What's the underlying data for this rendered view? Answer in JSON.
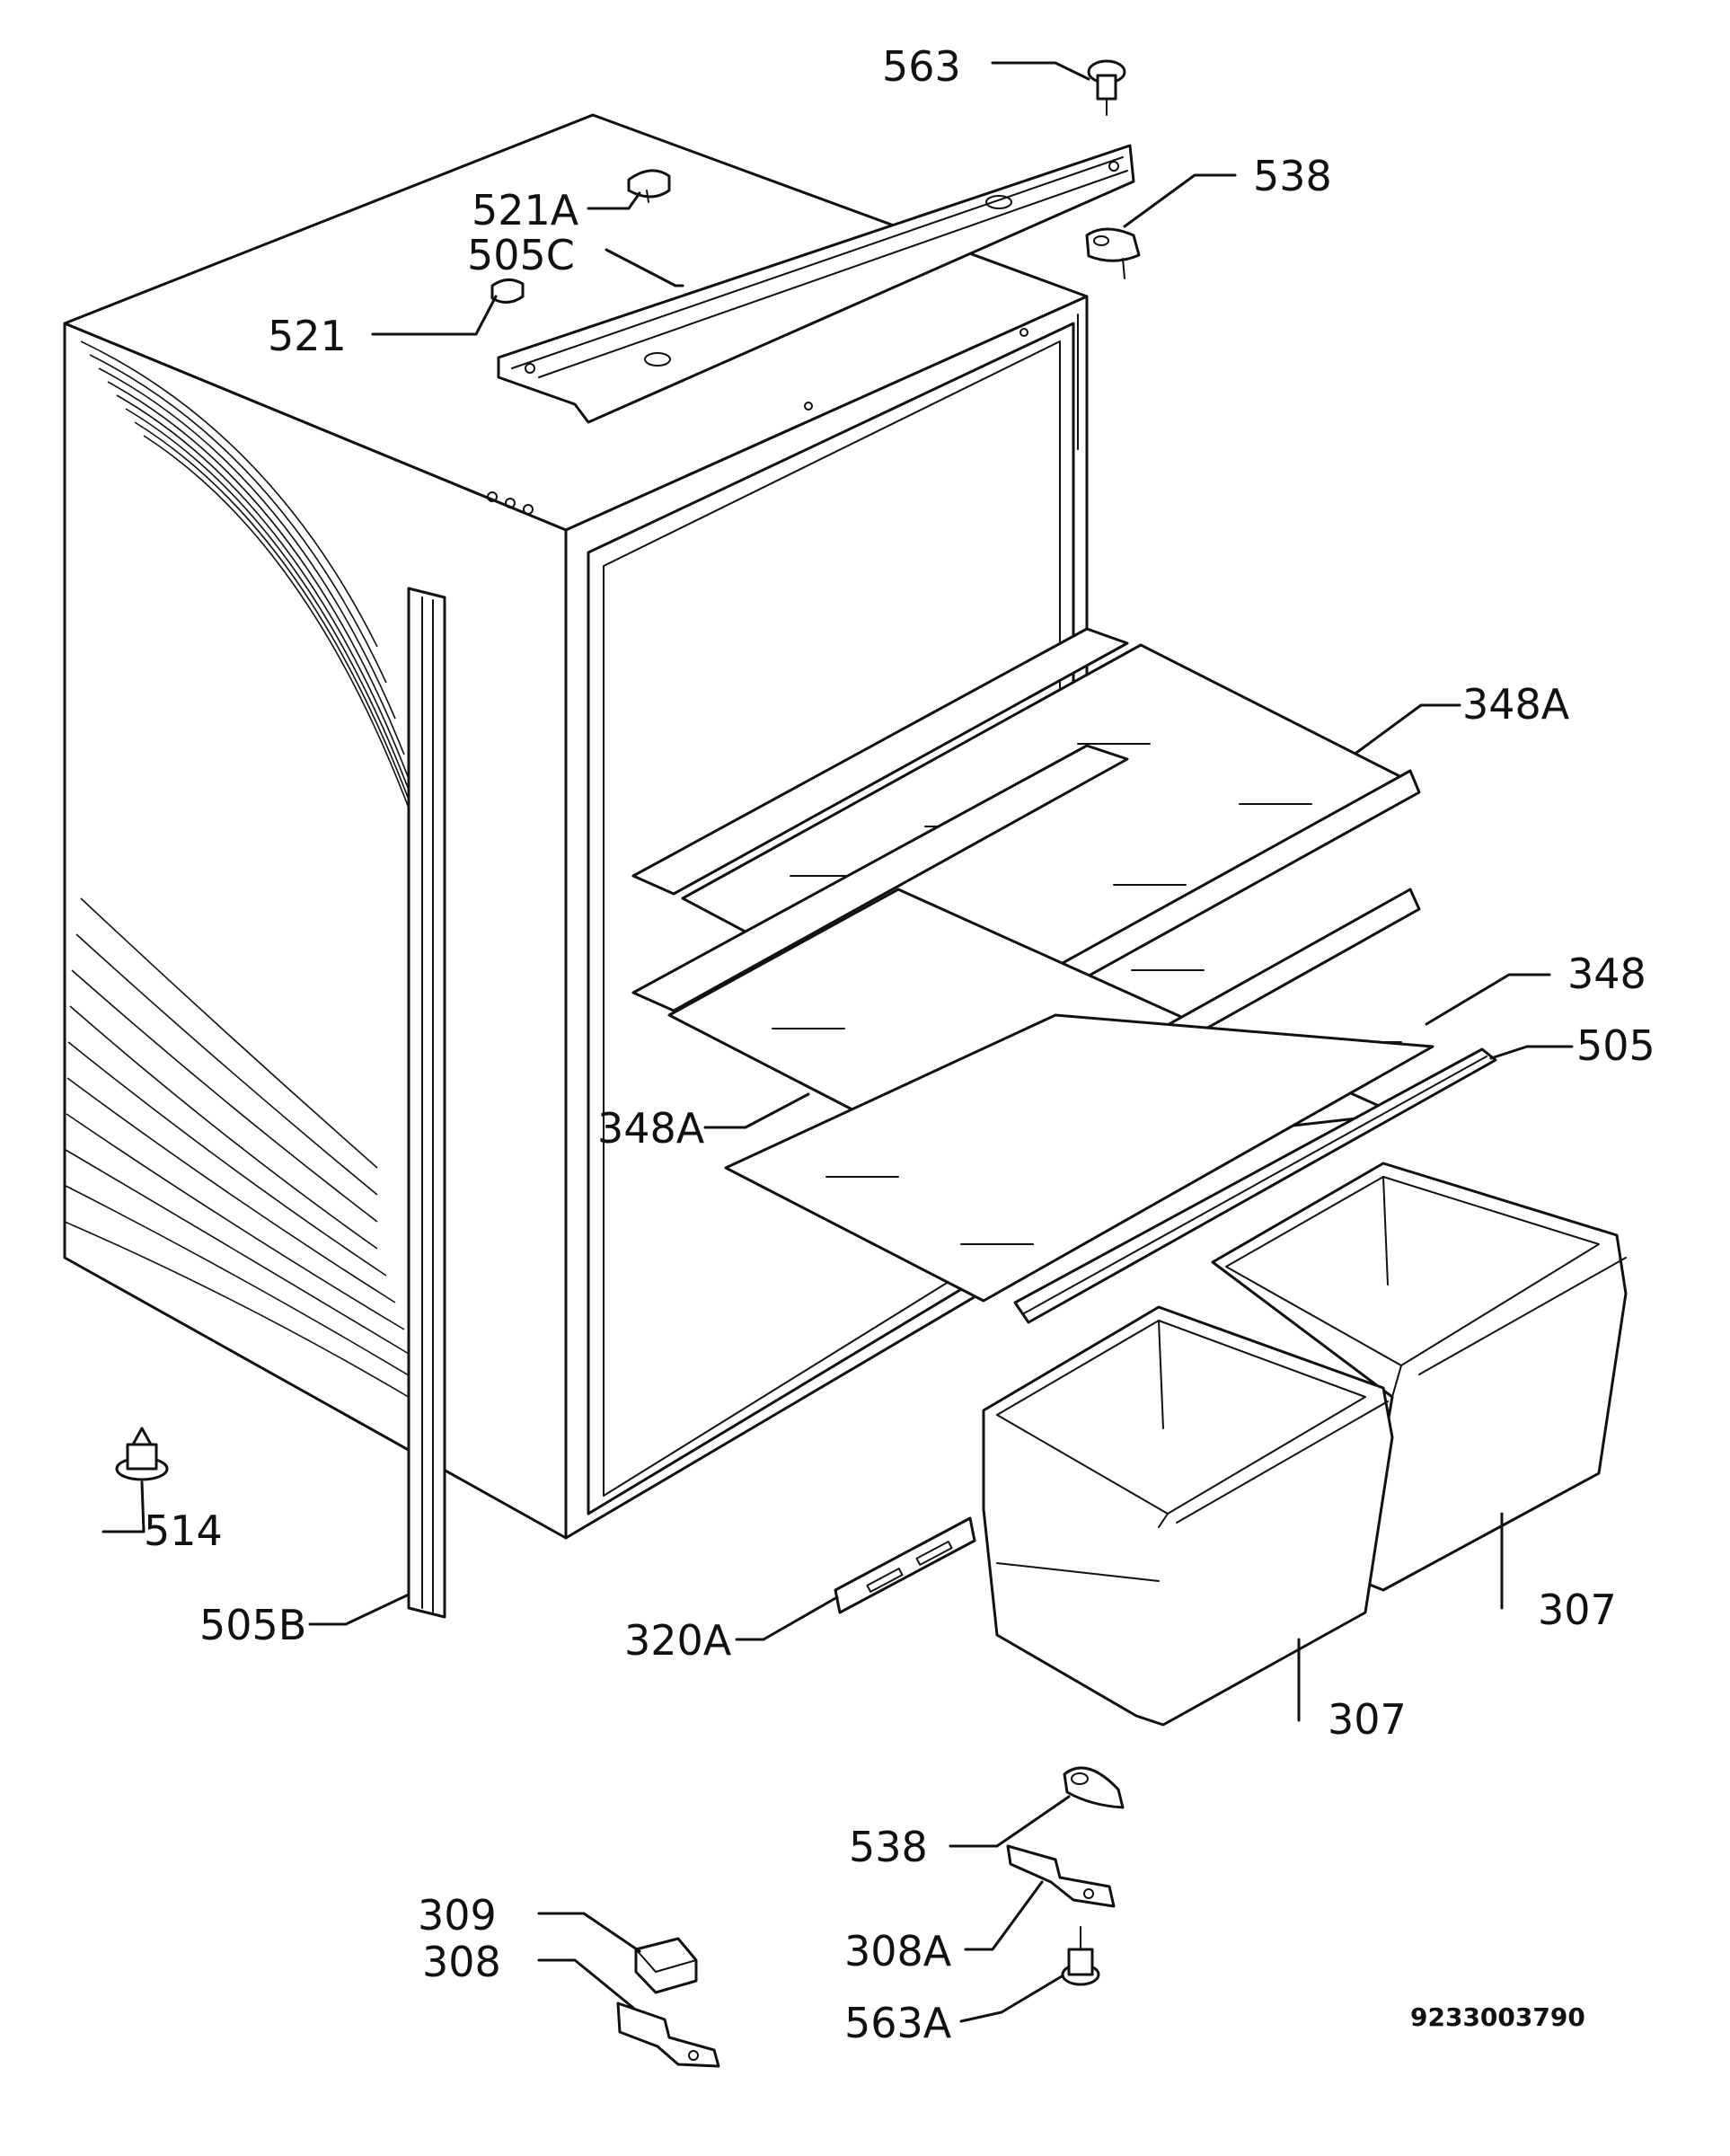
{
  "diagram": {
    "drawing_number": "9233003790",
    "callouts": [
      {
        "id": "563-top",
        "text": "563"
      },
      {
        "id": "538-top",
        "text": "538"
      },
      {
        "id": "521A",
        "text": "521A"
      },
      {
        "id": "505C",
        "text": "505C"
      },
      {
        "id": "521",
        "text": "521"
      },
      {
        "id": "348A-top",
        "text": "348A"
      },
      {
        "id": "348",
        "text": "348"
      },
      {
        "id": "505",
        "text": "505"
      },
      {
        "id": "348A-mid",
        "text": "348A"
      },
      {
        "id": "514",
        "text": "514"
      },
      {
        "id": "505B",
        "text": "505B"
      },
      {
        "id": "320A",
        "text": "320A"
      },
      {
        "id": "307-right",
        "text": "307"
      },
      {
        "id": "307-front",
        "text": "307"
      },
      {
        "id": "538-bottom",
        "text": "538"
      },
      {
        "id": "308A",
        "text": "308A"
      },
      {
        "id": "563A",
        "text": "563A"
      },
      {
        "id": "309",
        "text": "309"
      },
      {
        "id": "308",
        "text": "308"
      }
    ]
  }
}
